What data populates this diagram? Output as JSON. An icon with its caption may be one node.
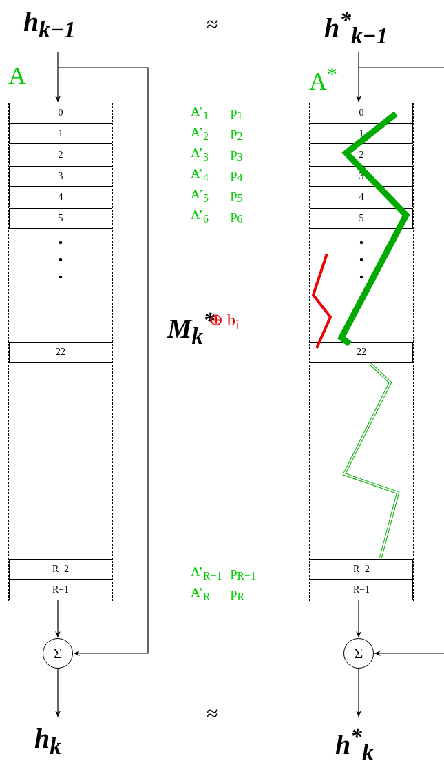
{
  "diagram": {
    "nodes": [
      {
        "text": [
          "h$_{k−1}$"
        ]
      },
      {
        "text": [
          "A"
        ]
      },
      {
        "text": [
          "0"
        ],
        "in": 1
      },
      {
        "text": [
          "1"
        ],
        "in": 1
      },
      {
        "text": [
          "2"
        ],
        "in": 1
      },
      {
        "text": [
          "3"
        ],
        "in": 1
      },
      {
        "text": [
          "4"
        ],
        "in": 1
      },
      {
        "text": [
          "5"
        ],
        "in": 1
      },
      {
        "text": [
          "22"
        ],
        "in": 1
      },
      {
        "text": [
          "R−2"
        ],
        "in": 1
      },
      {
        "text": [
          "R−1"
        ],
        "in": 1
      },
      {
        "text": [
          "Σ"
        ]
      },
      {
        "text": [
          "h$_{k}$"
        ]
      },
      {
        "text": [
          "h$^{*}$$_{k−1}$"
        ]
      },
      {
        "text": [
          "A$^{*}$"
        ]
      },
      {
        "text": [
          "0"
        ],
        "in": 14
      },
      {
        "text": [
          "1"
        ],
        "in": 14
      },
      {
        "text": [
          "2"
        ],
        "in": 14
      },
      {
        "text": [
          "3"
        ],
        "in": 14
      },
      {
        "text": [
          "4"
        ],
        "in": 14
      },
      {
        "text": [
          "5"
        ],
        "in": 14
      },
      {
        "text": [
          "22"
        ],
        "in": 14
      },
      {
        "text": [
          "R−2"
        ],
        "in": 14
      },
      {
        "text": [
          "R−1"
        ],
        "in": 14
      },
      {
        "text": [
          "Σ"
        ]
      },
      {
        "text": [
          "h$^{*}$$_{k}$"
        ]
      }
    ],
    "edges": [
      {
        "from": 0,
        "to": 2,
        "arrow": "to"
      },
      {
        "from": 0,
        "to": 11,
        "arrow": "to"
      },
      {
        "from": 10,
        "to": 11,
        "arrow": "to"
      },
      {
        "from": 11,
        "to": 12,
        "arrow": "to"
      },
      {
        "from": 13,
        "to": 15,
        "arrow": "to"
      },
      {
        "from": 13,
        "to": 24,
        "arrow": "to"
      },
      {
        "from": 23,
        "to": 24,
        "arrow": "to"
      },
      {
        "from": 24,
        "to": 25,
        "arrow": "to"
      }
    ],
    "labels": [
      "≈",
      "A’$_{1}$",
      "p$_{1}$",
      "A’$_{2}$",
      "p$_{2}$",
      "A’$_{3}$",
      "p$_{3}$",
      "A’$_{4}$",
      "p$_{4}$",
      "A’$_{5}$",
      "p$_{5}$",
      "A’$_{6}$",
      "p$_{6}$",
      "M$_{k}$$^{*}$",
      "⊕ b$_{i}$",
      "A’$_{R−1}$",
      "p$_{R−1}$",
      "A’$_{R}$",
      "p$_{R}$",
      "≈"
    ]
  }
}
